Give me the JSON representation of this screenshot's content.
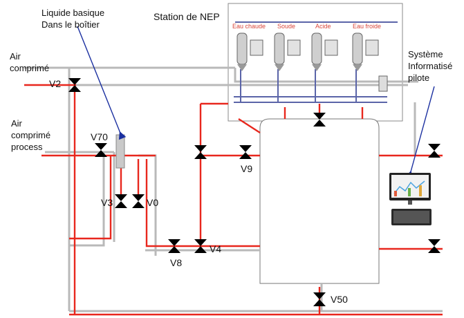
{
  "annotations": {
    "liquide": [
      "Liquide basique",
      "Dans le boîtier"
    ],
    "station": "Station de NEP",
    "air": [
      "Air",
      "comprimé"
    ],
    "air_process": [
      "Air",
      "comprimé",
      "process"
    ],
    "systeme": [
      "Système",
      "Informatisé",
      "pilote"
    ]
  },
  "cip_tanks": [
    "Eau chaude",
    "Soude",
    "Acide",
    "Eau froide"
  ],
  "valves": {
    "v2": "V2",
    "v70": "V70",
    "v3": "V3",
    "v0": "V0",
    "v9": "V9",
    "v8": "V8",
    "v4": "V4",
    "v50": "V50"
  },
  "colors": {
    "pipe_red": "#e8271d",
    "pipe_grey": "#b9b9b9",
    "pipe_blue": "#5a64a8",
    "callout_blue": "#1a2fa0",
    "valve": "#000000"
  },
  "icons": [
    "valve-icon",
    "computer-monitor-icon",
    "keyboard-icon",
    "cip-tank-icon"
  ]
}
